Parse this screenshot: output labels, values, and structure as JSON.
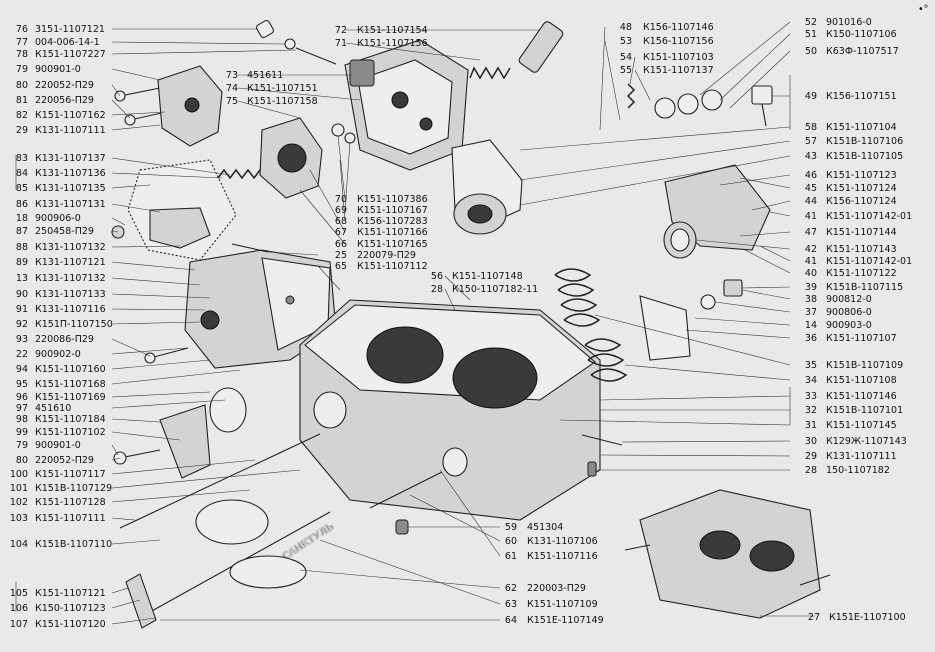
{
  "corner_mark": "•°",
  "watermark_text": "САНКТУЛЬ",
  "parts_left": [
    {
      "num": "76",
      "code": "3151-1107121"
    },
    {
      "num": "77",
      "code": "004-006-14-1"
    },
    {
      "num": "78",
      "code": "К151-1107227"
    },
    {
      "num": "79",
      "code": "900901-0"
    },
    {
      "num": "80",
      "code": "220052-П29"
    },
    {
      "num": "81",
      "code": "220056-П29"
    },
    {
      "num": "82",
      "code": "К151-1107162"
    },
    {
      "num": "29",
      "code": "К131-1107111"
    },
    {
      "num": "83",
      "code": "К131-1107137"
    },
    {
      "num": "84",
      "code": "К131-1107136"
    },
    {
      "num": "85",
      "code": "К131-1107135"
    },
    {
      "num": "86",
      "code": "К131-1107131"
    },
    {
      "num": "18",
      "code": "900906-0"
    },
    {
      "num": "87",
      "code": "250458-П29"
    },
    {
      "num": "88",
      "code": "К131-1107132"
    },
    {
      "num": "89",
      "code": "К131-1107121"
    },
    {
      "num": "13",
      "code": "К131-1107132"
    },
    {
      "num": "90",
      "code": "К131-1107133"
    },
    {
      "num": "91",
      "code": "К131-1107116"
    },
    {
      "num": "92",
      "code": "К151П-1107150"
    },
    {
      "num": "93",
      "code": "220086-П29"
    },
    {
      "num": "22",
      "code": "900902-0"
    },
    {
      "num": "94",
      "code": "К151-1107160"
    },
    {
      "num": "95",
      "code": "К151-1107168"
    },
    {
      "num": "96",
      "code": "К151-1107169"
    },
    {
      "num": "97",
      "code": "451610"
    },
    {
      "num": "98",
      "code": "К151-1107184"
    },
    {
      "num": "99",
      "code": "К151-1107102"
    },
    {
      "num": "79",
      "code": "900901-0"
    },
    {
      "num": "80",
      "code": "220052-П29"
    },
    {
      "num": "100",
      "code": "К151-1107117"
    },
    {
      "num": "101",
      "code": "К151В-1107129"
    },
    {
      "num": "102",
      "code": "К151-1107128"
    },
    {
      "num": "103",
      "code": "К151-1107111"
    },
    {
      "num": "104",
      "code": "К151В-1107110"
    },
    {
      "num": "105",
      "code": "К151-1107121"
    },
    {
      "num": "106",
      "code": "К150-1107123"
    },
    {
      "num": "107",
      "code": "К151-1107120"
    }
  ],
  "parts_top_center": [
    {
      "num": "72",
      "code": "К151-1107154"
    },
    {
      "num": "71",
      "code": "К151-1107156"
    },
    {
      "num": "73",
      "code": "451611"
    },
    {
      "num": "74",
      "code": "К151-1107151"
    },
    {
      "num": "75",
      "code": "К151-1107158"
    }
  ],
  "parts_mid_center": [
    {
      "num": "70",
      "code": "К151-1107386"
    },
    {
      "num": "69",
      "code": "К151-1107167"
    },
    {
      "num": "68",
      "code": "К156-1107283"
    },
    {
      "num": "67",
      "code": "К151-1107166"
    },
    {
      "num": "66",
      "code": "К151-1107165"
    },
    {
      "num": "25",
      "code": "220079-П29"
    },
    {
      "num": "65",
      "code": "К151-1107112"
    },
    {
      "num": "56",
      "code": "К151-1107148"
    },
    {
      "num": "28",
      "code": "К150-1107182-11"
    }
  ],
  "parts_bottom_center": [
    {
      "num": "59",
      "code": "451304"
    },
    {
      "num": "60",
      "code": "К131-1107106"
    },
    {
      "num": "61",
      "code": "К151-1107116"
    },
    {
      "num": "62",
      "code": "220003-П29"
    },
    {
      "num": "63",
      "code": "К151-1107109"
    },
    {
      "num": "64",
      "code": "К151Е-1107149"
    }
  ],
  "parts_top_mid": [
    {
      "num": "48",
      "code": "К156-1107146"
    },
    {
      "num": "53",
      "code": "К156-1107156"
    },
    {
      "num": "54",
      "code": "К151-1107103"
    },
    {
      "num": "55",
      "code": "К151-1107137"
    }
  ],
  "parts_right": [
    {
      "num": "52",
      "code": "901016-0"
    },
    {
      "num": "51",
      "code": "К150-1107106"
    },
    {
      "num": "50",
      "code": "К63Ф-1107517"
    },
    {
      "num": "49",
      "code": "К156-1107151"
    },
    {
      "num": "58",
      "code": "К151-1107104"
    },
    {
      "num": "57",
      "code": "К151В-1107106"
    },
    {
      "num": "43",
      "code": "К151В-1107105"
    },
    {
      "num": "46",
      "code": "К151-1107123"
    },
    {
      "num": "45",
      "code": "К151-1107124"
    },
    {
      "num": "44",
      "code": "К156-1107124"
    },
    {
      "num": "41",
      "code": "К151-1107142-01"
    },
    {
      "num": "47",
      "code": "К151-1107144"
    },
    {
      "num": "42",
      "code": "К151-1107143"
    },
    {
      "num": "41",
      "code": "К151-1107142-01"
    },
    {
      "num": "40",
      "code": "К151-1107122"
    },
    {
      "num": "39",
      "code": "К151В-1107115"
    },
    {
      "num": "38",
      "code": "900812-0"
    },
    {
      "num": "37",
      "code": "900806-0"
    },
    {
      "num": "14",
      "code": "900903-0"
    },
    {
      "num": "36",
      "code": "К151-1107107"
    },
    {
      "num": "35",
      "code": "К151В-1107109"
    },
    {
      "num": "34",
      "code": "К151-1107108"
    },
    {
      "num": "33",
      "code": "К151-1107146"
    },
    {
      "num": "32",
      "code": "К151В-1107101"
    },
    {
      "num": "31",
      "code": "К151-1107145"
    },
    {
      "num": "30",
      "code": "К129Ж-1107143"
    },
    {
      "num": "29",
      "code": "К131-1107111"
    },
    {
      "num": "28",
      "code": "150-1107182"
    }
  ],
  "assembly": {
    "num": "27",
    "code": "К151Е-1107100"
  }
}
